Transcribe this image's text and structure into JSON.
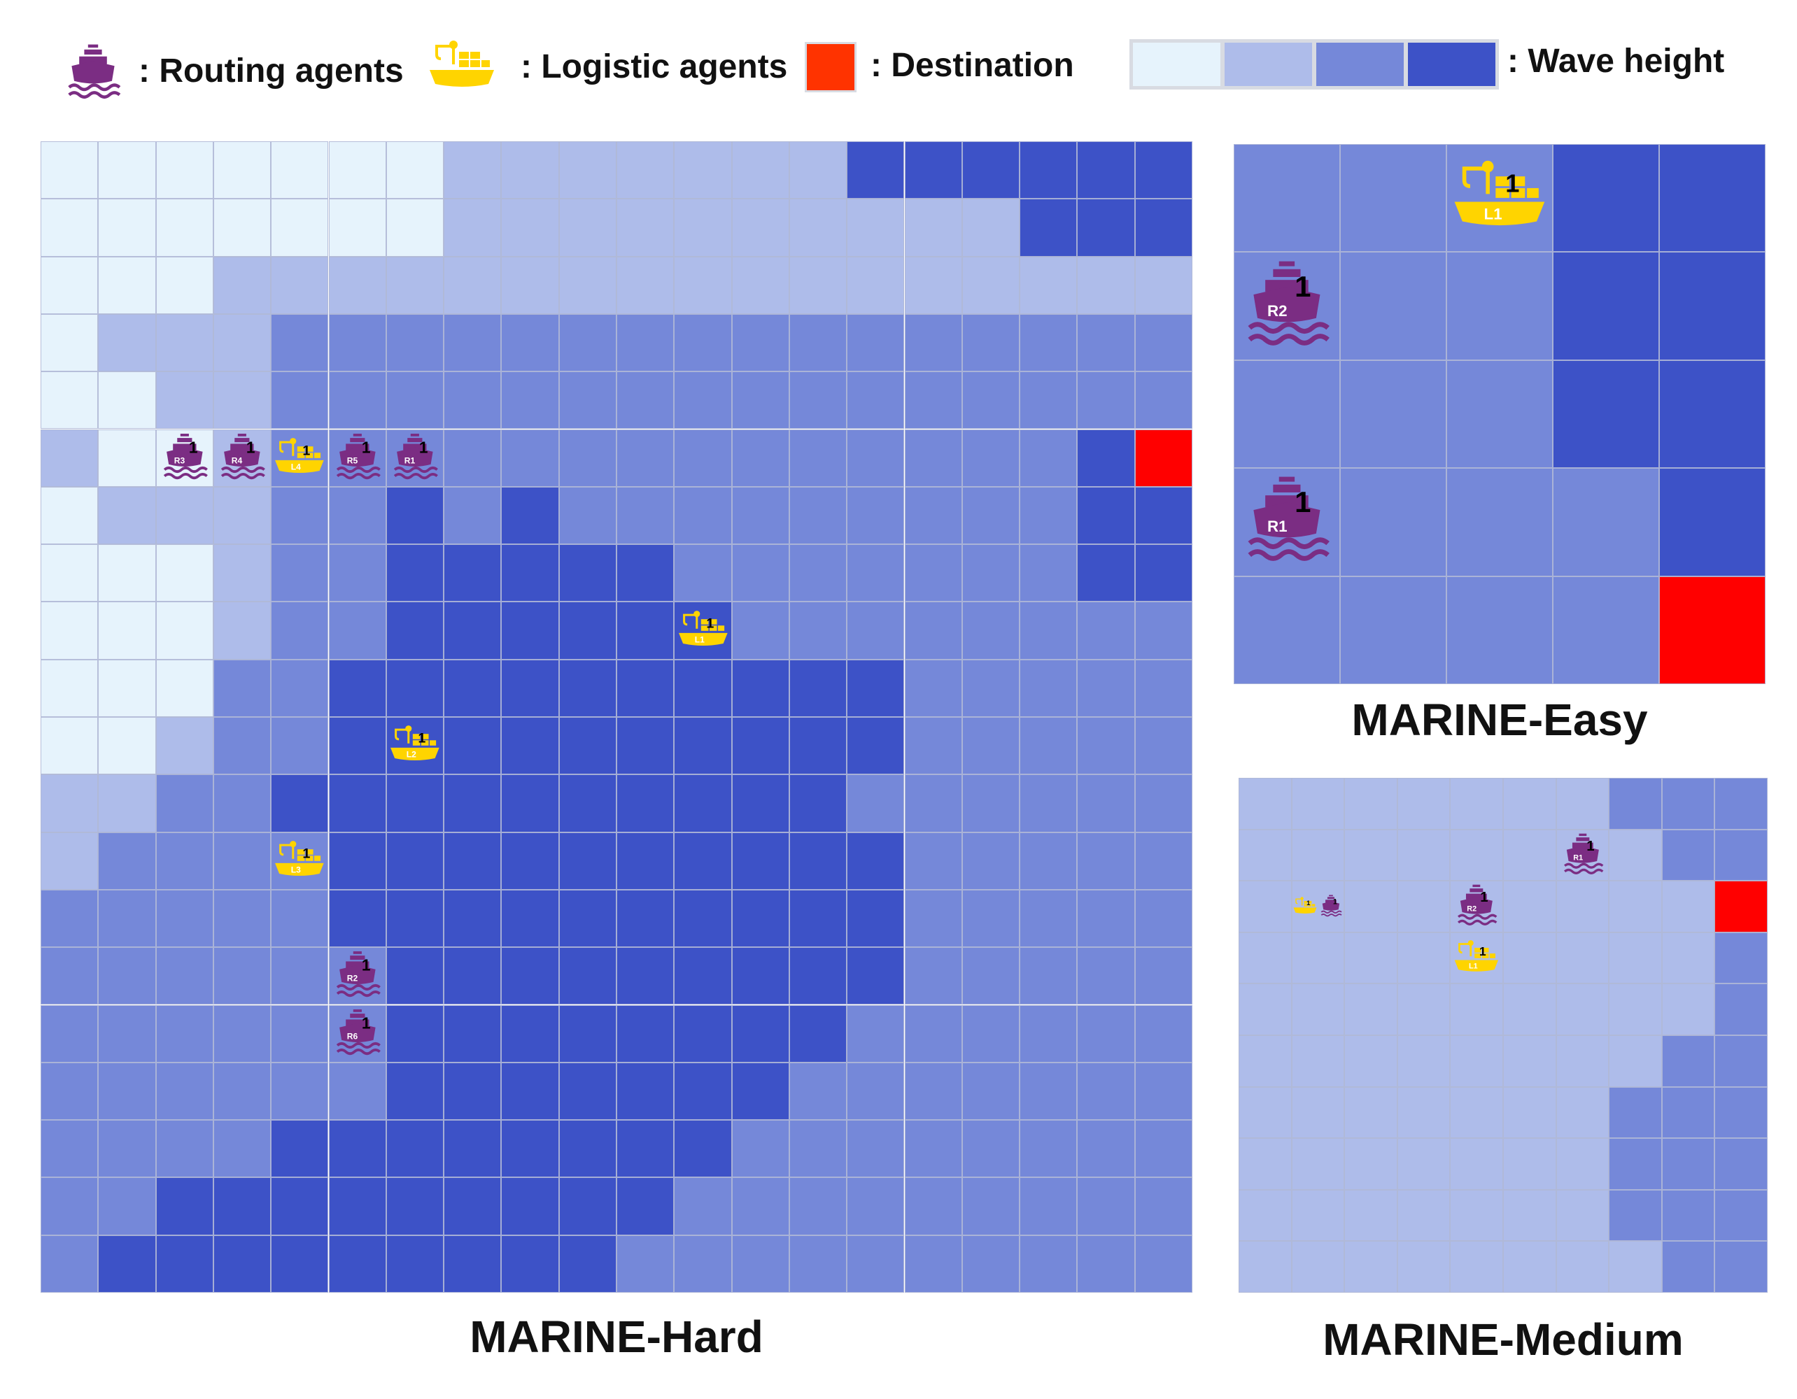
{
  "legend": {
    "routing_label": ": Routing agents",
    "logistic_label": ": Logistic agents",
    "destination_label": ": Destination",
    "wave_label": ": Wave height"
  },
  "colors": {
    "levels": [
      "#e6f3fc",
      "#aebcea",
      "#7588d9",
      "#3d52c7"
    ],
    "destination": "#ff0000",
    "legend_destination": "#ff3300",
    "routing": "#7b2d83",
    "logistic": "#ffd400"
  },
  "maps": [
    {
      "id": "hard",
      "caption": "MARINE-Hard",
      "rows": 20,
      "cols": 20,
      "grid": [
        "00000001111111333333",
        "00000001111111111333",
        "00011111111111111111",
        "01112222222222222222",
        "00112222222222222222",
        "10012222222222222230",
        "01112232322222222233",
        "00012233333222222233",
        "00012233333322222222",
        "00022333333333322222",
        "00122333333333322222",
        "11223333333333222222",
        "12222333333333322222",
        "22222333333333322222",
        "22222233333333322222",
        "22222233333333222222",
        "22222233333332222222",
        "22223333333322222222",
        "22333333333222222222",
        "23333333332222222222"
      ],
      "destination": [
        5,
        19
      ],
      "agents": [
        {
          "type": "routing",
          "row": 5,
          "col": 2,
          "label": "R3",
          "count": "1"
        },
        {
          "type": "routing",
          "row": 5,
          "col": 3,
          "label": "R4",
          "count": "1"
        },
        {
          "type": "logistic",
          "row": 5,
          "col": 4,
          "label": "L4",
          "count": "1"
        },
        {
          "type": "routing",
          "row": 5,
          "col": 5,
          "label": "R5",
          "count": "1"
        },
        {
          "type": "routing",
          "row": 5,
          "col": 6,
          "label": "R1",
          "count": "1"
        },
        {
          "type": "logistic",
          "row": 8,
          "col": 11,
          "label": "L1",
          "count": "1"
        },
        {
          "type": "logistic",
          "row": 10,
          "col": 6,
          "label": "L2",
          "count": "1"
        },
        {
          "type": "logistic",
          "row": 12,
          "col": 4,
          "label": "L3",
          "count": "1"
        },
        {
          "type": "routing",
          "row": 14,
          "col": 5,
          "label": "R2",
          "count": "1"
        },
        {
          "type": "routing",
          "row": 15,
          "col": 5,
          "label": "R6",
          "count": "1"
        }
      ]
    },
    {
      "id": "easy",
      "caption": "MARINE-Easy",
      "rows": 5,
      "cols": 5,
      "grid": [
        "22233",
        "22233",
        "22233",
        "22223",
        "22220"
      ],
      "destination": [
        4,
        4
      ],
      "agents": [
        {
          "type": "logistic",
          "row": 0,
          "col": 2,
          "label": "L1",
          "count": "1"
        },
        {
          "type": "routing",
          "row": 1,
          "col": 0,
          "label": "R2",
          "count": "1"
        },
        {
          "type": "routing",
          "row": 3,
          "col": 0,
          "label": "R1",
          "count": "1"
        }
      ]
    },
    {
      "id": "medium",
      "caption": "MARINE-Medium",
      "rows": 10,
      "cols": 10,
      "grid": [
        "1111111222",
        "1111111122",
        "1111111110",
        "1111111112",
        "1111111112",
        "1111111122",
        "1111111222",
        "1111111222",
        "1111111222",
        "1111111122"
      ],
      "destination": [
        2,
        9
      ],
      "agents": [
        {
          "type": "routing",
          "row": 1,
          "col": 6,
          "label": "R1",
          "count": "1"
        },
        {
          "type": "logistic",
          "row": 2,
          "col": 1,
          "label": "",
          "count": "1"
        },
        {
          "type": "routing",
          "row": 2,
          "col": 1,
          "label": "",
          "count": "1"
        },
        {
          "type": "routing",
          "row": 2,
          "col": 4,
          "label": "R2",
          "count": "1"
        },
        {
          "type": "logistic",
          "row": 3,
          "col": 4,
          "label": "L1",
          "count": "1"
        }
      ]
    }
  ]
}
